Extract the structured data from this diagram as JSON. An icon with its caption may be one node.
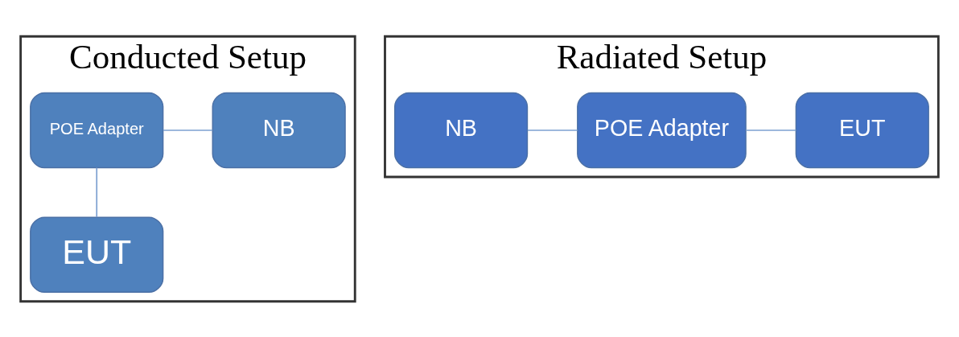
{
  "diagram": {
    "nodes": [
      {
        "text": [
          "Conducted Setup"
        ]
      },
      {
        "text": [
          "POE Adapter"
        ],
        "in": 0
      },
      {
        "text": [
          "NB"
        ],
        "in": 0
      },
      {
        "text": [
          "EUT"
        ],
        "in": 0
      },
      {
        "text": [
          "Radiated Setup"
        ]
      },
      {
        "text": [
          "NB"
        ],
        "in": 4
      },
      {
        "text": [
          "POE Adapter"
        ],
        "in": 4
      },
      {
        "text": [
          "EUT"
        ],
        "in": 4
      }
    ],
    "edges": [
      {
        "from": 1,
        "to": 2,
        "arrow": "none"
      },
      {
        "from": 1,
        "to": 3,
        "arrow": "none"
      },
      {
        "from": 5,
        "to": 6,
        "arrow": "none"
      },
      {
        "from": 6,
        "to": 7,
        "arrow": "none"
      }
    ]
  }
}
